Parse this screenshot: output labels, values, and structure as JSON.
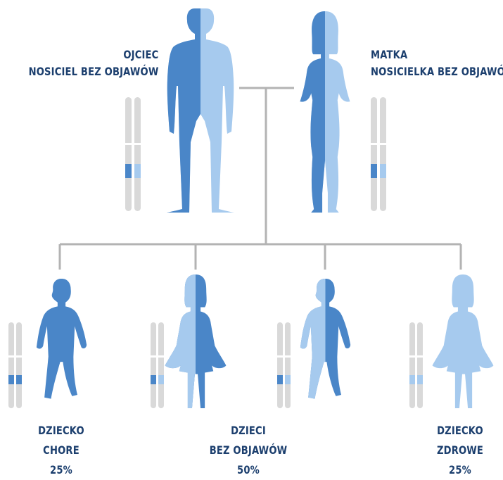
{
  "colors": {
    "dark": "#4a86c8",
    "light": "#a6caee",
    "chromosome": "#d9d9d9",
    "lines": "#b3b3b3",
    "text": "#1c3f6e"
  },
  "parents": {
    "father": {
      "line1": "OJCIEC",
      "line2": "NOSICIEL BEZ OBJAWÓW",
      "icon": "man-silhouette-icon"
    },
    "mother": {
      "line1": "MATKA",
      "line2": "NOSICIELKA BEZ OBJAWÓW",
      "icon": "woman-silhouette-icon"
    }
  },
  "children": {
    "affected": {
      "line1": "DZIECKO",
      "line2": "CHORE",
      "line3": "25%"
    },
    "carriers": {
      "line1": "DZIECI",
      "line2": "BEZ OBJAWÓW",
      "line3": "50%"
    },
    "healthy": {
      "line1": "DZIECKO",
      "line2": "ZDROWE",
      "line3": "25%"
    }
  }
}
